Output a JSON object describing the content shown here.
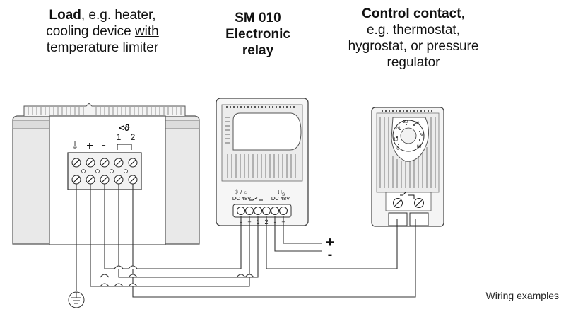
{
  "headings": {
    "load": {
      "bold": "Load",
      "line1_rest": ", e.g. heater,",
      "line2_pre": "cooling device ",
      "line2_u": "with",
      "line3": "temperature limiter"
    },
    "relay": {
      "line1": "SM 010",
      "line2": "Electronic",
      "line3": "relay"
    },
    "control": {
      "bold": "Control contact",
      "line1_rest": ",",
      "line2": "e.g. thermostat,",
      "line3": "hygrostat, or pressure",
      "line4": "regulator"
    }
  },
  "load_terminals": {
    "symbols": [
      "⏚",
      "+",
      "-"
    ],
    "temp_symbol": "<ϑ",
    "contact_numbers": [
      "1",
      "2"
    ]
  },
  "relay_terminals": {
    "left_label": [
      "⏀ / ☼",
      "DC 48V"
    ],
    "right_label": [
      "U",
      "S",
      "DC 48V"
    ],
    "numbers": [
      "-",
      "+",
      "1",
      "2",
      "-",
      "+"
    ]
  },
  "thermostat_dial": [
    "0",
    "10",
    "20",
    "30",
    "40",
    "50",
    "60"
  ],
  "supply": {
    "plus": "+",
    "minus": "-"
  },
  "caption": "Wiring examples"
}
